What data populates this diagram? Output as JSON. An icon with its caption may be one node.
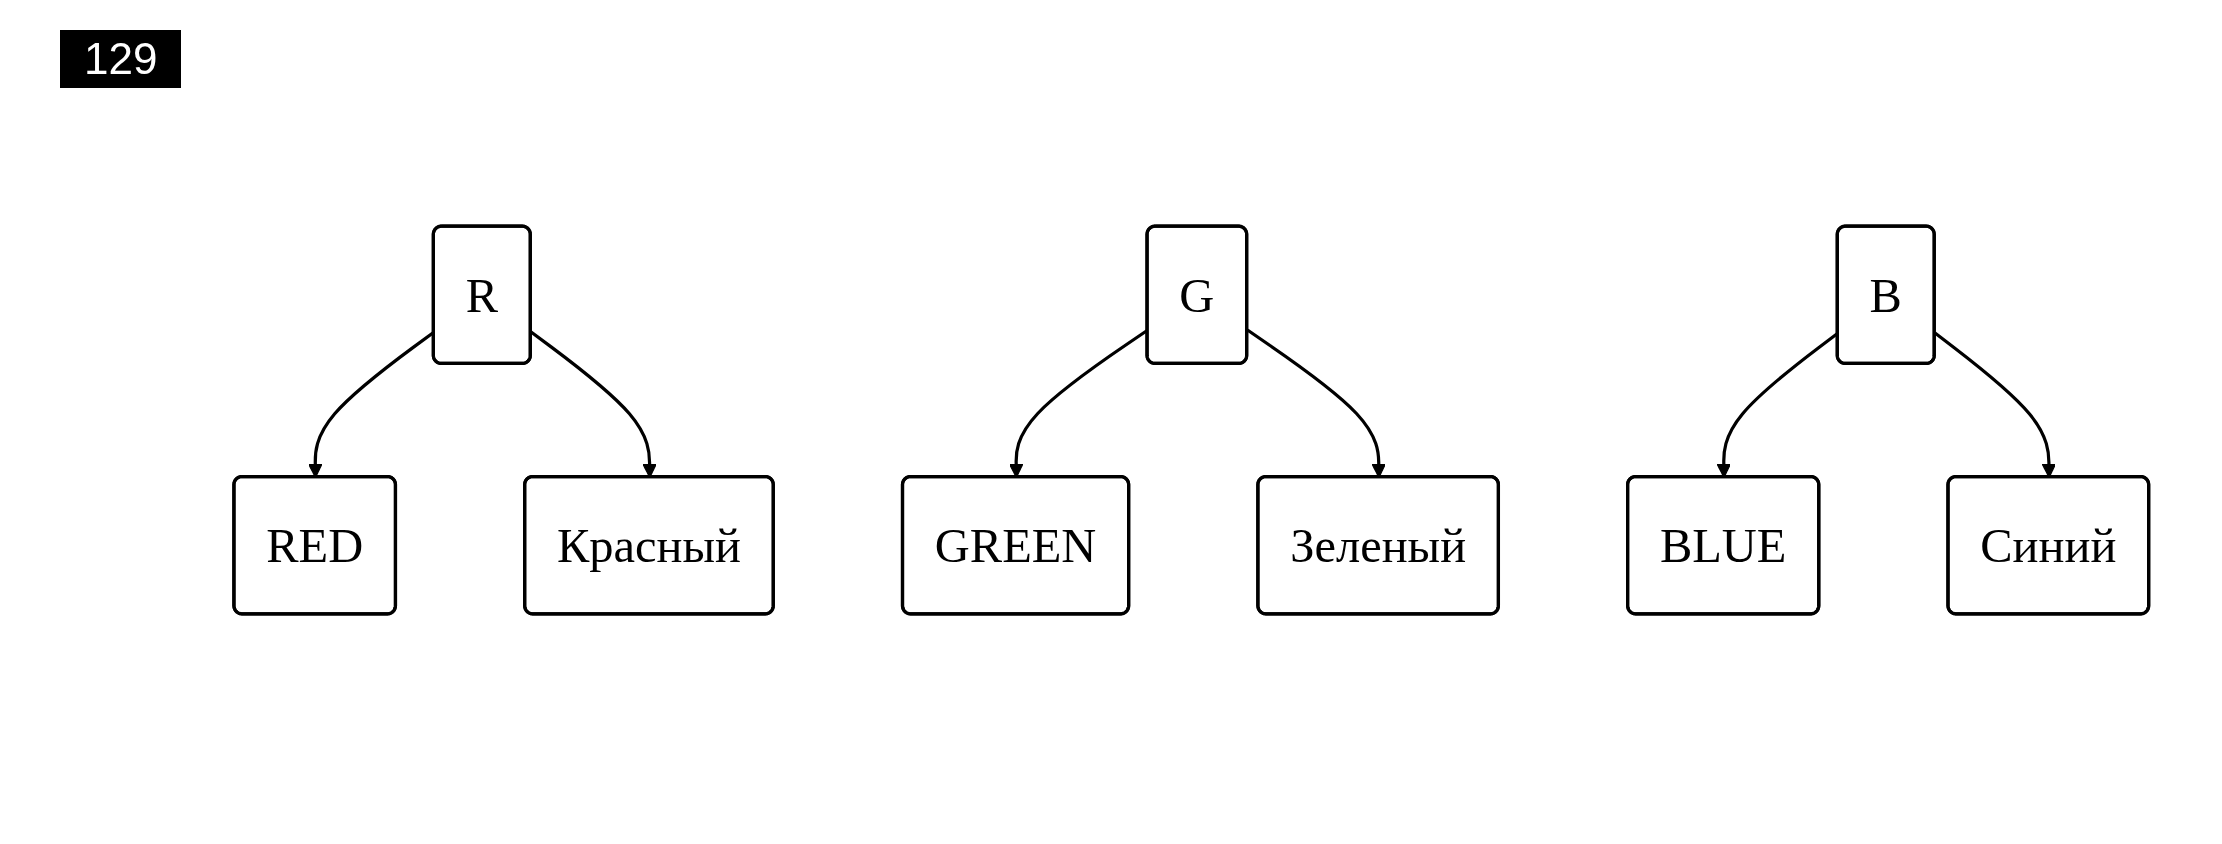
{
  "diagram": {
    "nodes": [
      {
        "text": [
          "RED"
        ]
      },
      {
        "text": [
          "GREEN"
        ]
      },
      {
        "text": [
          "BLUE"
        ]
      },
      {
        "text": [
          "R"
        ]
      },
      {
        "text": [
          "G"
        ]
      },
      {
        "text": [
          "B"
        ]
      },
      {
        "text": [
          "Красный"
        ]
      },
      {
        "text": [
          "Зеленый"
        ]
      },
      {
        "text": [
          "Синий"
        ]
      }
    ],
    "edges": [
      {
        "from": 3,
        "to": 0,
        "arrow": "to"
      },
      {
        "from": 3,
        "to": 6,
        "arrow": "to"
      },
      {
        "from": 4,
        "to": 1,
        "arrow": "to"
      },
      {
        "from": 4,
        "to": 7,
        "arrow": "to"
      },
      {
        "from": 5,
        "to": 2,
        "arrow": "to"
      },
      {
        "from": 5,
        "to": 8,
        "arrow": "to"
      }
    ],
    "labels": [
      "129"
    ]
  }
}
